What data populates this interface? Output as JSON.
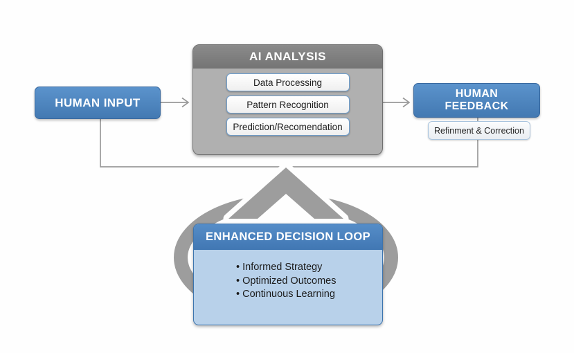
{
  "diagram": {
    "title_hint": "Human-AI decision flow diagram",
    "nodes": {
      "human_input": {
        "label": "HUMAN INPUT"
      },
      "ai_analysis": {
        "title": "AI ANALYSIS",
        "steps": [
          "Data Processing",
          "Pattern Recognition",
          "Prediction/Recomendation"
        ]
      },
      "human_feedback": {
        "label": "HUMAN FEEDBACK",
        "sub_label": "Refinment & Correction"
      },
      "decision_loop": {
        "title": "ENHANCED DECISION LOOP",
        "bullets": [
          "Informed Strategy",
          "Optimized Outcomes",
          "Continuous Learning"
        ]
      }
    },
    "connections": {
      "arrow_1": "HUMAN INPUT -> AI ANALYSIS",
      "arrow_2": "AI ANALYSIS -> HUMAN FEEDBACK",
      "loop_path": "HUMAN INPUT + HUMAN FEEDBACK -> ENHANCED DECISION LOOP (upward arrow ring)"
    },
    "colors": {
      "node_blue": "#4d87c2",
      "node_blue_border": "#39699f",
      "loop_body_blue": "#b8d1ea",
      "gray_header": "#7b7b7b",
      "gray_body": "#b0b0b0",
      "step_fill": "#f7f7f7",
      "step_border": "#6f9fce",
      "connector_gray": "#9a9a9a",
      "ring_gray": "#9d9d9d",
      "background": "#ffffff"
    }
  }
}
